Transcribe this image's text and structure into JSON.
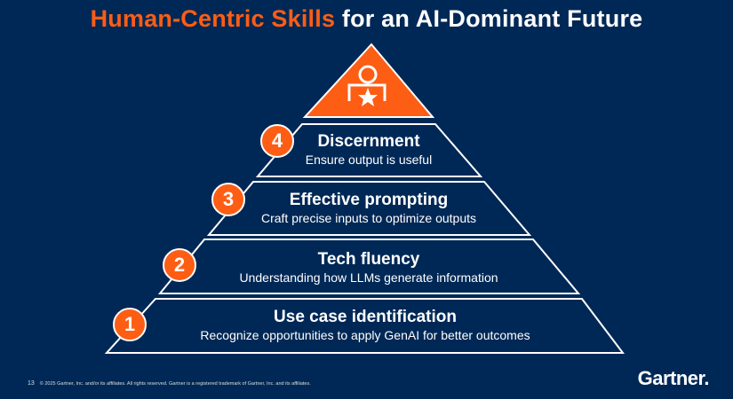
{
  "title": {
    "highlight": "Human-Centric Skills",
    "rest": " for an AI-Dominant Future"
  },
  "tiers": [
    {
      "number": "4",
      "heading": "Discernment",
      "sub": "Ensure output is useful"
    },
    {
      "number": "3",
      "heading": "Effective prompting",
      "sub": "Craft precise inputs to optimize outputs"
    },
    {
      "number": "2",
      "heading": "Tech fluency",
      "sub": "Understanding how LLMs generate information"
    },
    {
      "number": "1",
      "heading": "Use case identification",
      "sub": "Recognize opportunities to apply GenAI for better outcomes"
    }
  ],
  "footer": {
    "page": "13",
    "copyright": "© 2025 Gartner, Inc. and/or its affiliates. All rights reserved. Gartner is a registered trademark of Gartner, Inc. and its affiliates."
  },
  "logo": "Gartner.",
  "colors": {
    "background": "#002856",
    "accent": "#fe5d14"
  }
}
